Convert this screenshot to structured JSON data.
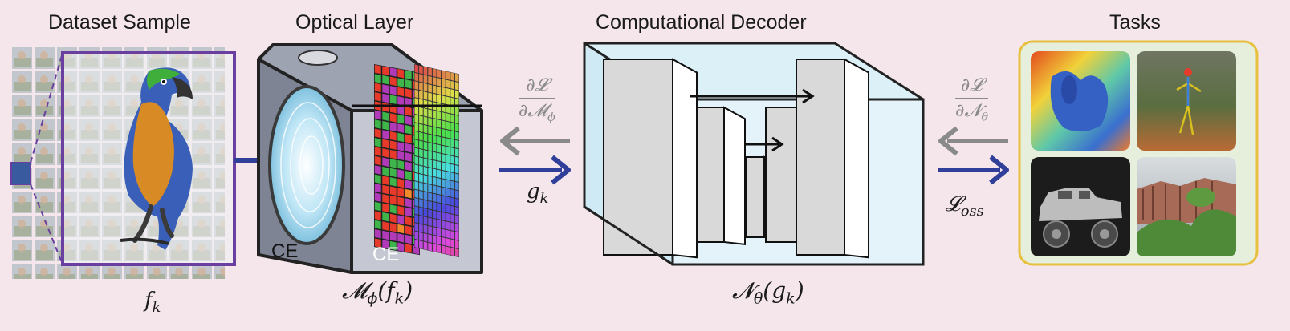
{
  "headings": {
    "dataset": "Dataset Sample",
    "optical": "Optical Layer",
    "decoder": "Computational Decoder",
    "tasks": "Tasks"
  },
  "labels": {
    "f_base": "f",
    "f_sub": "k",
    "g_base": "g",
    "g_sub": "k",
    "ce1": "CE",
    "ce2": "CE",
    "M_base": "𝓜",
    "M_sub": "ϕ",
    "M_arg_base": "(f",
    "M_arg_sub": "k",
    "M_close": ")",
    "N_base": "𝓝",
    "N_sub": "θ",
    "N_arg_base": "(g",
    "N_arg_sub": "k",
    "N_close": ")",
    "loss_base": "𝓛",
    "loss_sub": "oss",
    "grad1_num": "∂𝓛",
    "grad1_den_base": "∂𝓜",
    "grad1_den_sub": "ϕ",
    "grad2_num": "∂𝓛",
    "grad2_den_base": "∂𝓝",
    "grad2_den_sub": "θ"
  },
  "colors": {
    "background": "#f4e6ea",
    "purple_frame": "#6a3fa0",
    "forward_arrow": "#2f3f9a",
    "backward_arrow": "#8a8a8a",
    "decoder_glass": "#d6eef8",
    "tasks_border": "#e8c040",
    "tasks_bg": "#e6eedc"
  },
  "icons": [
    "parrot-image",
    "lens-icon",
    "color-filter-icon",
    "depth-map-thumbnail",
    "pose-thumbnail",
    "truck-thumbnail",
    "landscape-thumbnail"
  ]
}
